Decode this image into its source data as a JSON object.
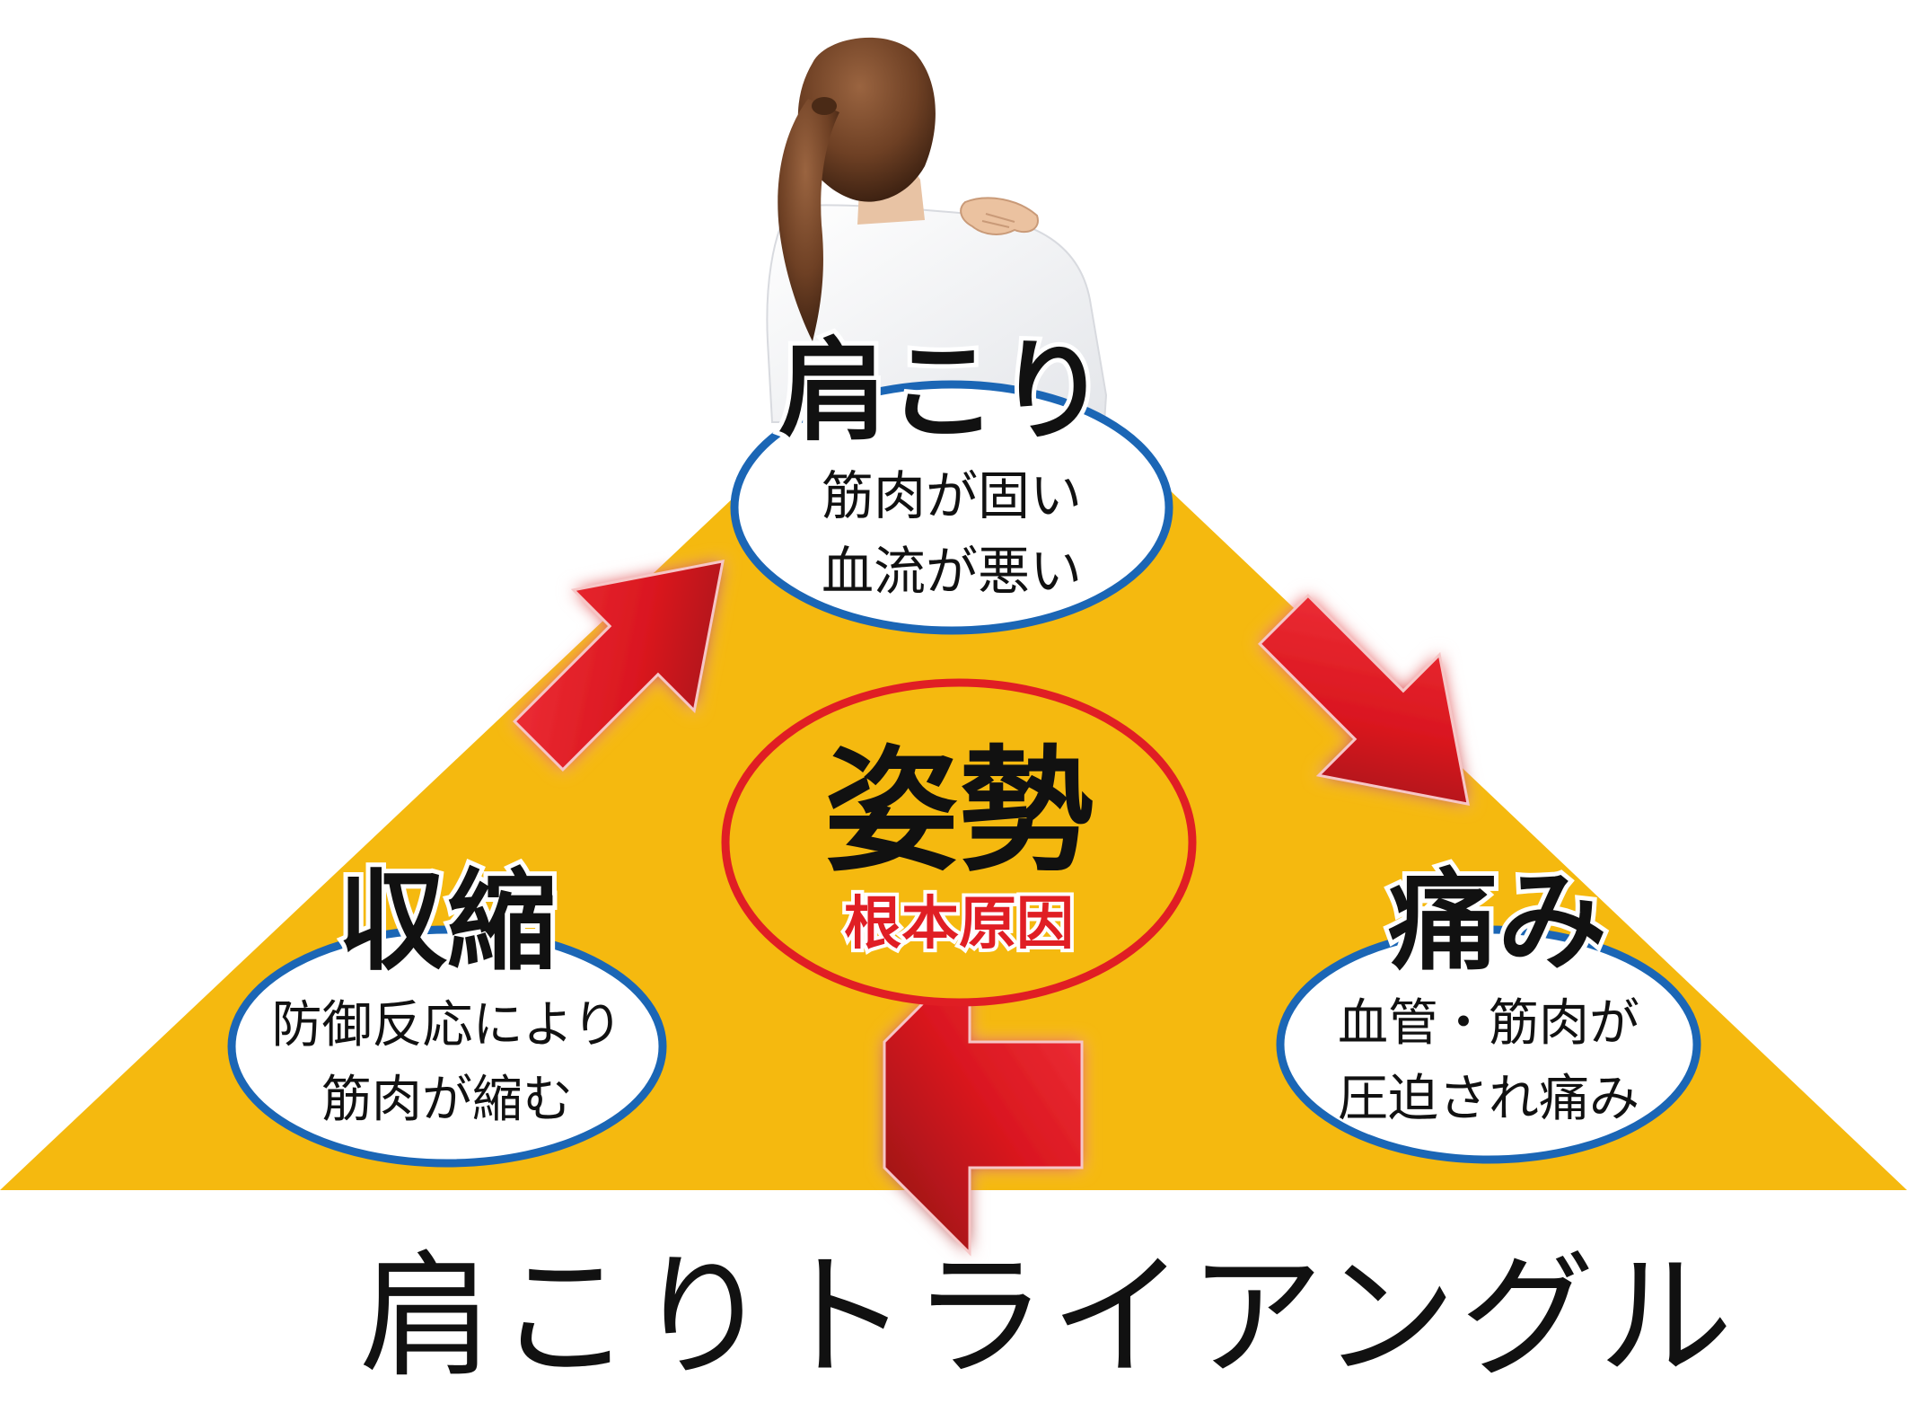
{
  "nodes": {
    "top": {
      "title": "肩こり",
      "lines": [
        "筋肉が固い",
        "血流が悪い"
      ]
    },
    "left": {
      "title": "収縮",
      "lines": [
        "防御反応により",
        "筋肉が縮む"
      ]
    },
    "right": {
      "title": "痛み",
      "lines": [
        "血管・筋肉が",
        "圧迫され痛み"
      ]
    },
    "center": {
      "title": "姿勢",
      "subtitle": "根本原因"
    }
  },
  "caption": "肩こりトライアングル",
  "figure": {
    "illustration": "woman-holding-shoulder",
    "arrow_icon": "red-arrow-icon"
  },
  "colors": {
    "triangle": "#F5B90F",
    "ellipse_border": "#1B66B5",
    "center_ellipse_border": "#E01E24",
    "arrow": "#D9161F",
    "arrow_dark": "#8E1015",
    "subtitle": "#E01E24",
    "text": "#111111"
  }
}
